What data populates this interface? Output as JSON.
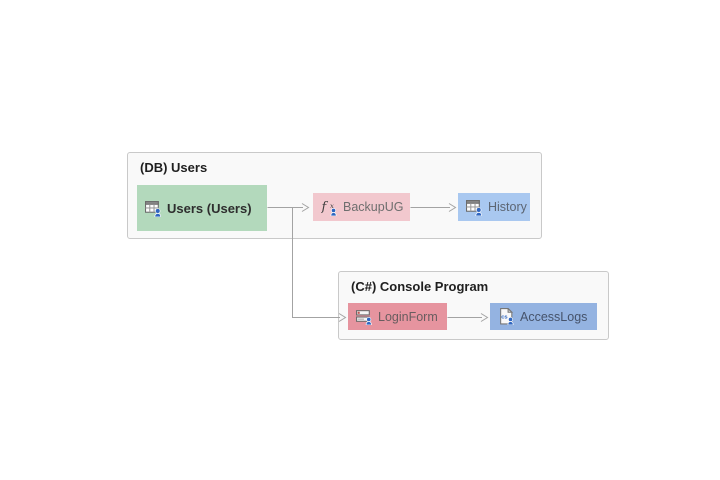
{
  "diagram": {
    "groups": [
      {
        "title": "(DB) Users",
        "nodes": [
          {
            "label": "Users (Users)",
            "icon": "table-user-icon",
            "fill": "#b3d9bc",
            "emphasis": true
          },
          {
            "label": "BackupUG",
            "icon": "function-user-icon",
            "fill": "#f2c8ce",
            "emphasis": false
          },
          {
            "label": "History",
            "icon": "table-user-icon",
            "fill": "#a9c8f0",
            "emphasis": false
          }
        ]
      },
      {
        "title": "(C#) Console Program",
        "nodes": [
          {
            "label": "LoginForm",
            "icon": "form-user-icon",
            "fill": "#e6949f",
            "emphasis": false
          },
          {
            "label": "AccessLogs",
            "icon": "csharp-file-user-icon",
            "fill": "#94b3e1",
            "emphasis": false
          }
        ]
      }
    ],
    "connections": [
      {
        "from": "Users (Users)",
        "to": "BackupUG"
      },
      {
        "from": "Users (Users)",
        "to": "LoginForm"
      },
      {
        "from": "BackupUG",
        "to": "History"
      },
      {
        "from": "LoginForm",
        "to": "AccessLogs"
      }
    ],
    "colors": {
      "canvas_background": "#ffffff",
      "group_background": "#f9f9f9",
      "group_border": "#c9c9c9",
      "connector": "#a3a3a3",
      "node_green": "#b3d9bc",
      "node_pink": "#f2c8ce",
      "node_light_blue": "#a9c8f0",
      "node_red": "#e6949f",
      "node_blue": "#94b3e1",
      "person_badge_blue": "#2f66c0"
    }
  }
}
